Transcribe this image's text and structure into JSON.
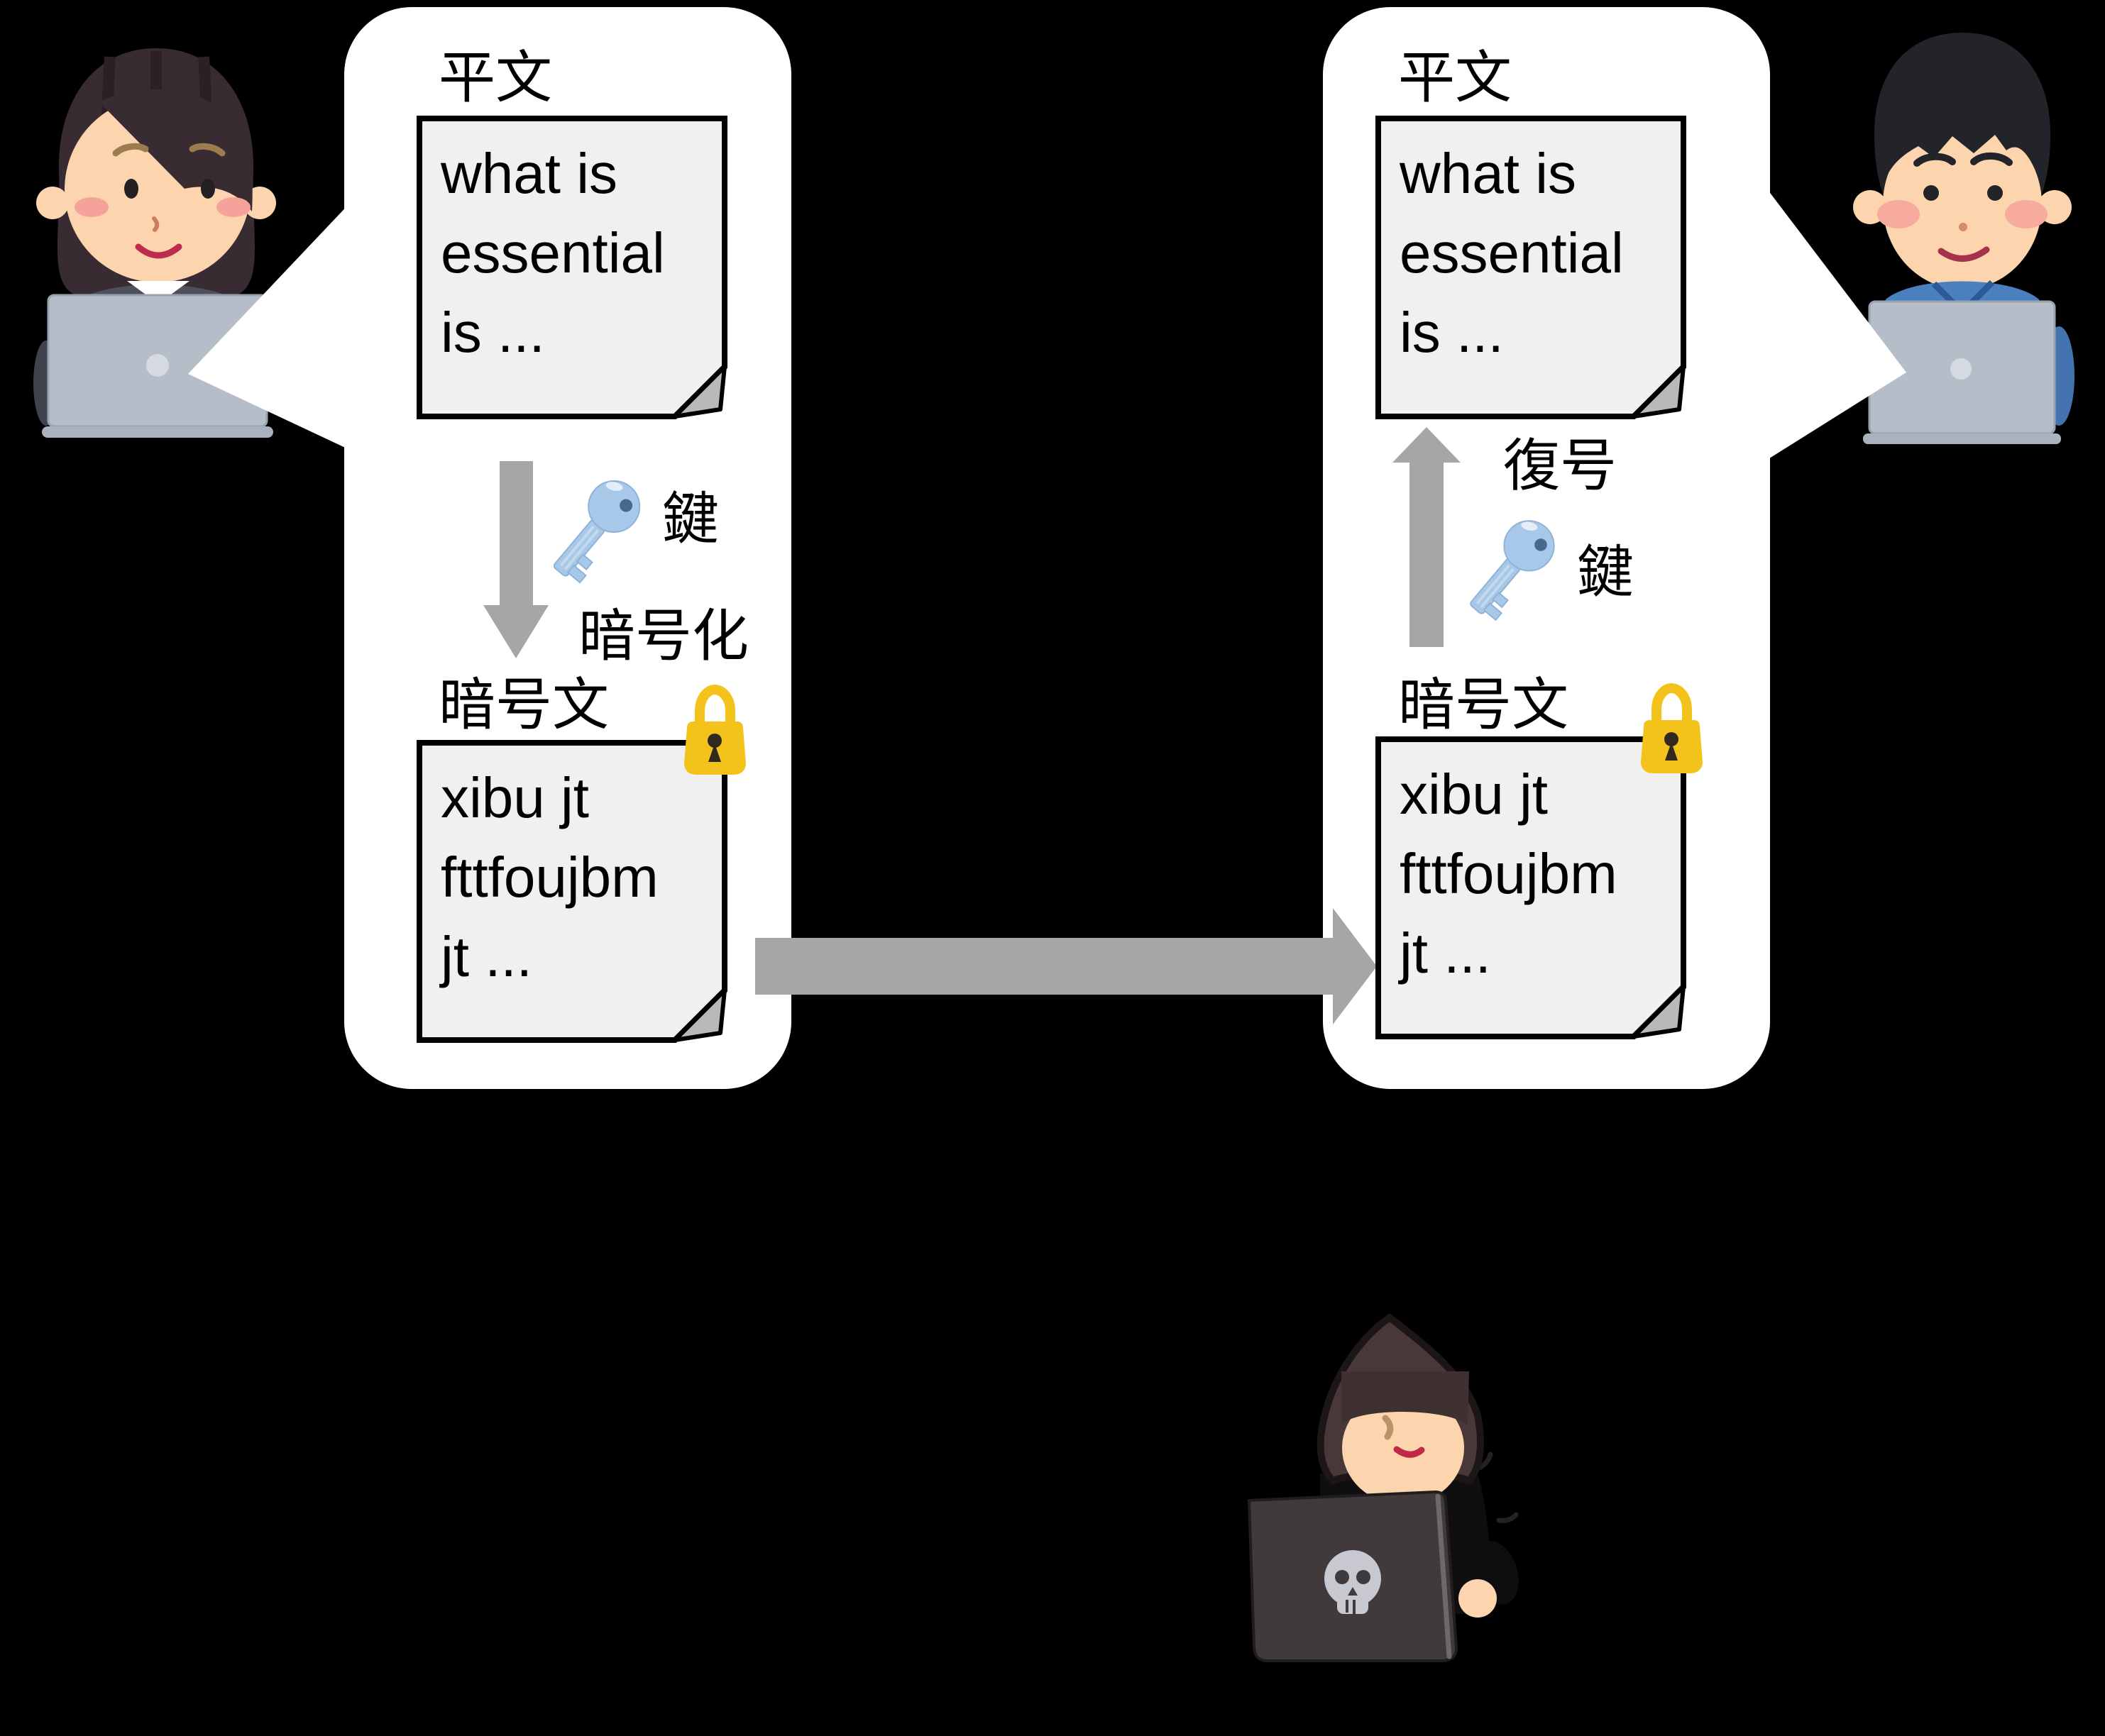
{
  "colors": {
    "background": "#000000",
    "bubble": "#ffffff",
    "doc_fill": "#f0f0f0",
    "doc_border": "#000000",
    "doc_fold": "#b9b9b9",
    "arrow_gray": "#a6a6a6",
    "key_blue": "#a7c8e8",
    "lock_yellow": "#f3c31b"
  },
  "icons": {
    "key": "key-icon",
    "lock": "padlock-icon",
    "skull": "skull-icon"
  },
  "sender_bubble": {
    "plaintext_label": "平文",
    "plaintext_lines": [
      "what is",
      "essential",
      "is ..."
    ],
    "key_label": "鍵",
    "process_label": "暗号化",
    "ciphertext_label": "暗号文",
    "ciphertext_lines": [
      "xibu jt",
      "fttfoujbm",
      "jt ..."
    ]
  },
  "receiver_bubble": {
    "plaintext_label": "平文",
    "plaintext_lines": [
      "what is",
      "essential",
      "is ..."
    ],
    "process_label": "復号",
    "key_label": "鍵",
    "ciphertext_label": "暗号文",
    "ciphertext_lines": [
      "xibu jt",
      "fttfoujbm",
      "jt ..."
    ]
  }
}
